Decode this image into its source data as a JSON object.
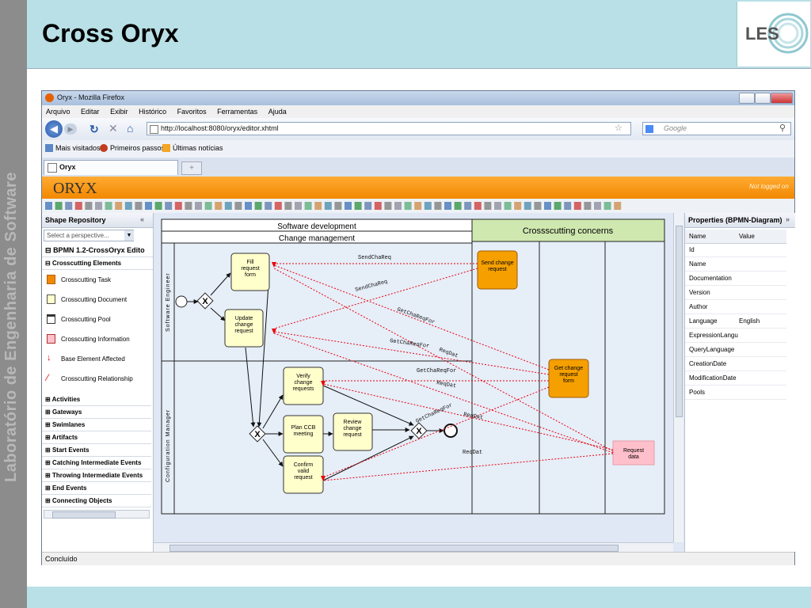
{
  "slide": {
    "title": "Cross Oryx",
    "side_text": "Laboratório de Engenharia de Software",
    "logo_text": "LES"
  },
  "browser": {
    "window_title": "Oryx - Mozilla Firefox",
    "menu": [
      "Arquivo",
      "Editar",
      "Exibir",
      "Histórico",
      "Favoritos",
      "Ferramentas",
      "Ajuda"
    ],
    "url": "http://localhost:8080/oryx/editor.xhtml",
    "search_placeholder": "Google",
    "bookmarks": [
      "Mais visitados",
      "Primeiros passos",
      "Últimas notícias"
    ],
    "tab": "Oryx",
    "status": "Concluído"
  },
  "oryx": {
    "logo": "ORYX",
    "login_status": "Not logged on"
  },
  "shape_repository": {
    "title": "Shape Repository",
    "perspective_placeholder": "Select a perspective...",
    "stencil_set": "BPMN 1.2-CrossOryx Edito",
    "crosscutting_header": "Crosscutting Elements",
    "crosscutting_items": [
      {
        "label": "Crosscutting Task",
        "icon": "task-icon"
      },
      {
        "label": "Crosscutting Document",
        "icon": "document-icon"
      },
      {
        "label": "Crosscutting Pool",
        "icon": "pool-icon"
      },
      {
        "label": "Crosscutting Information",
        "icon": "information-icon"
      },
      {
        "label": "Base Element Affected",
        "icon": "arrow-down-icon"
      },
      {
        "label": "Crosscutting Relationship",
        "icon": "relationship-icon"
      }
    ],
    "categories": [
      "Activities",
      "Gateways",
      "Swimlanes",
      "Artifacts",
      "Start Events",
      "Catching Intermediate Events",
      "Throwing Intermediate Events",
      "End Events",
      "Connecting Objects"
    ]
  },
  "properties": {
    "title": "Properties (BPMN-Diagram)",
    "col_name": "Name",
    "col_value": "Value",
    "rows": [
      {
        "name": "Id",
        "value": ""
      },
      {
        "name": "Name",
        "value": ""
      },
      {
        "name": "Documentation",
        "value": ""
      },
      {
        "name": "Version",
        "value": ""
      },
      {
        "name": "Author",
        "value": ""
      },
      {
        "name": "Language",
        "value": "English"
      },
      {
        "name": "ExpressionLangu",
        "value": ""
      },
      {
        "name": "QueryLanguage",
        "value": ""
      },
      {
        "name": "CreationDate",
        "value": ""
      },
      {
        "name": "ModificationDate",
        "value": ""
      },
      {
        "name": "Pools",
        "value": ""
      }
    ]
  },
  "diagram": {
    "pool_title": "Software development",
    "pool_subtitle": "Change management",
    "crosscutting_pool": "Crossscutting concerns",
    "lane1": "Software Engineer",
    "lane2": "Configuration Manager",
    "tasks": {
      "fill": "Fill request form",
      "update": "Update change request",
      "verify": "Verify change requests",
      "plan": "Plan CCB meeting",
      "review": "Review change request",
      "confirm": "Confirm valid request"
    },
    "cc_tasks": {
      "send": "Send change request",
      "get": "Get change request form"
    },
    "cc_info": "Request data",
    "gateway": "X",
    "relationship_labels": [
      "SendChaReq",
      "SendChaReq",
      "GetChaReqFor",
      "GetChaReqFor",
      "ReqDat",
      "GetChaReqFor",
      "ReqDat",
      "GetChaReqFor",
      "ReqDat",
      "ReqDat"
    ]
  },
  "colors": {
    "header_bg": "#b8e0e6",
    "side_strip": "#8c8c8c",
    "oryx_orange": "#f28800",
    "task_fill": "#ffffcc",
    "cc_task_fill": "#f5a000",
    "cc_info_fill": "#ffc0cb",
    "relationship": "#e8000b",
    "cc_pool_header": "#cfe8b0"
  }
}
